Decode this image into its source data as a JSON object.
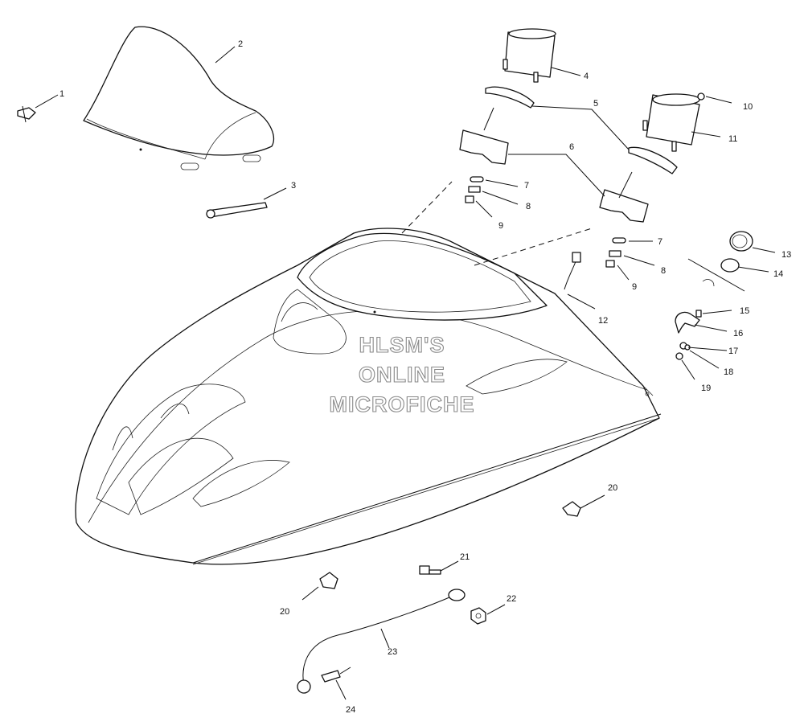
{
  "watermark": [
    "HLSM'S",
    "ONLINE",
    "MICROFICHE"
  ],
  "callouts": [
    "1",
    "2",
    "3",
    "4",
    "5",
    "6",
    "7",
    "8",
    "9",
    "10",
    "11",
    "12",
    "13",
    "14",
    "15",
    "16",
    "17",
    "18",
    "19",
    "20",
    "21",
    "22",
    "23",
    "24"
  ],
  "labels": [
    {
      "text": "1"
    },
    {
      "text": "2"
    },
    {
      "text": "3"
    },
    {
      "text": "4"
    },
    {
      "text": "5"
    },
    {
      "text": "6"
    },
    {
      "text": "7"
    },
    {
      "text": "8"
    },
    {
      "text": "9"
    },
    {
      "text": "10"
    },
    {
      "text": "11"
    },
    {
      "text": "7"
    },
    {
      "text": "8"
    },
    {
      "text": "9"
    },
    {
      "text": "12"
    },
    {
      "text": "13"
    },
    {
      "text": "14"
    },
    {
      "text": "15"
    },
    {
      "text": "16"
    },
    {
      "text": "17"
    },
    {
      "text": "18"
    },
    {
      "text": "19"
    },
    {
      "text": "20"
    },
    {
      "text": "20"
    },
    {
      "text": "21"
    },
    {
      "text": "22"
    },
    {
      "text": "23"
    },
    {
      "text": "24"
    }
  ]
}
